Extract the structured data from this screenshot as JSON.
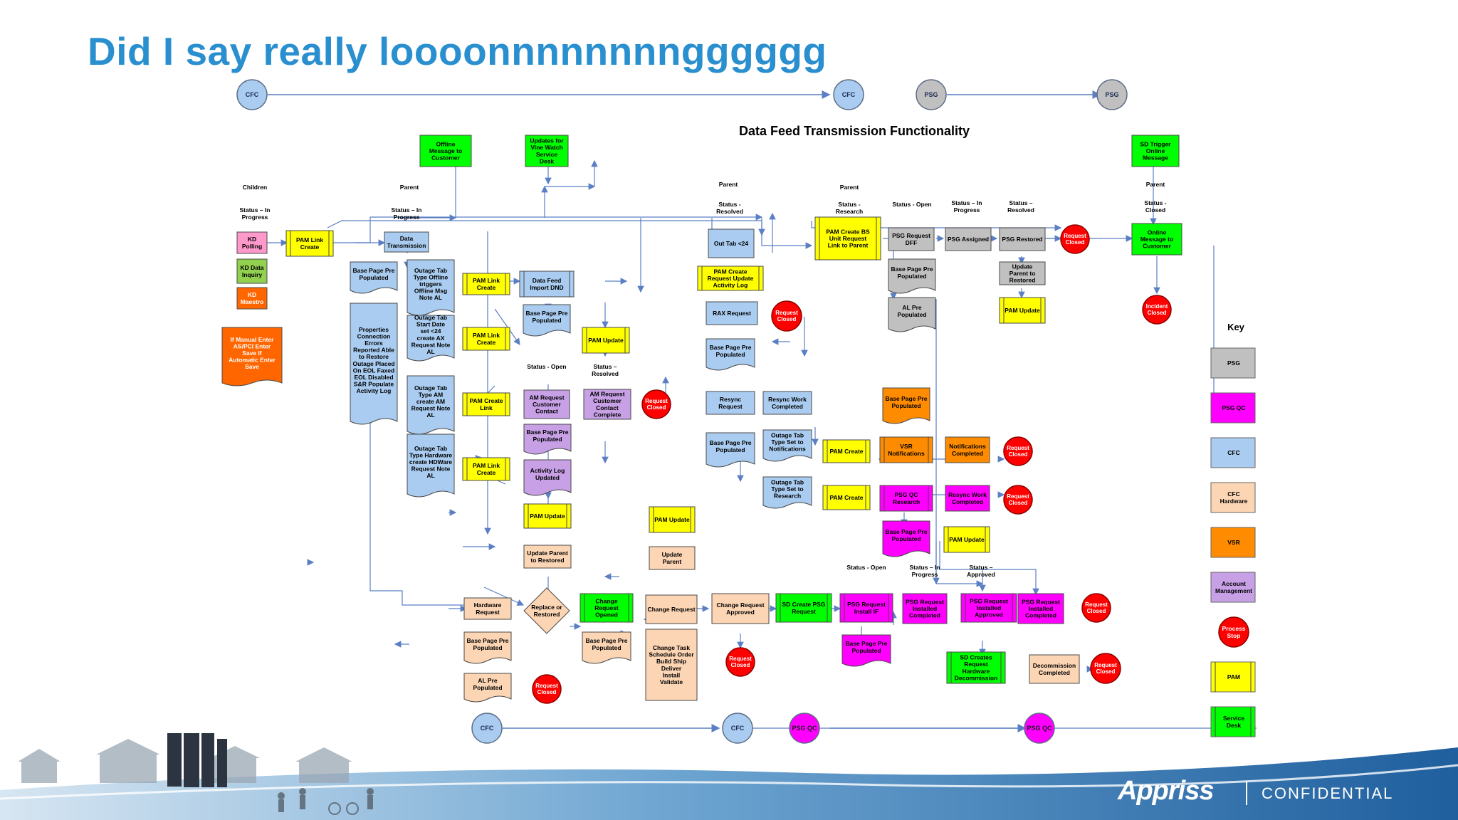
{
  "slide": {
    "title": "Did I say really loooonnnnnnnngggggg",
    "diagram_title": "Data Feed Transmission Functionality"
  },
  "footer": {
    "brand": "Appriss",
    "confidential": "CONFIDENTIAL"
  },
  "colors": {
    "PSG": "#c0c0c0",
    "PSG QC": "#ff00ff",
    "CFC": "#a9ccf0",
    "CFC Hardware": "#fcd5b4",
    "VSR": "#ff8c00",
    "Account Management": "#c7a0e6",
    "Process Stop": "#ff0000",
    "PAM": "#ffff00",
    "Service Desk": "#00ff00",
    "KD Polling": "#ff99cc",
    "KD Data Inquiry": "#92d050",
    "Manual": "#ff6600",
    "edge": "#5b7fc4"
  },
  "section_labels": [
    "Children",
    "Status – In Progress",
    "Parent",
    "Status – In Progress",
    "Parent",
    "Status - Resolved",
    "Parent",
    "Status - Research",
    "Status - Open",
    "Status – In Progress",
    "Status – Resolved",
    "Parent",
    "Status - Closed",
    "Status - Open",
    "Status – Resolved",
    "Status - Open",
    "Status – In Progress",
    "Status – Approved"
  ],
  "connectors": [
    "CFC",
    "CFC",
    "PSG",
    "PSG",
    "CFC",
    "CFC",
    "PSG QC",
    "PSG QC"
  ],
  "nodes": [
    "KD Polling",
    "KD Data Inquiry",
    "KD Maestro",
    "If Manual Enter AS/PCI Enter Save If Automatic Enter Save",
    "PAM Link Create",
    "Data Transmission",
    "Base Page Pre Populated",
    "Properties Connection Errors Reported Able to Restore Outage Placed On EOL Faxed EOL Disabled S&R Populate Activity Log",
    "Outage Tab Type Offline triggers Offline Msg Note AL",
    "Outage Tab Start Date set <24 create AX Request Note AL",
    "Outage Tab Type AM create AM Request Note AL",
    "Outage Tab Type Hardware create HDWare Request Note AL",
    "Offline Message to Customer",
    "Updates for Vine Watch Service Desk",
    "PAM Link Create",
    "PAM Link Create",
    "PAM Create Link",
    "PAM Link Create",
    "Data Feed Import DND",
    "Base Page Pre Populated",
    "AM Request Customer Contact",
    "Base Page Pre Populated",
    "Activity Log Updated",
    "PAM Update",
    "Update Parent to Restored",
    "PAM Update",
    "AM Request Customer Contact Complete",
    "Request Closed",
    "Out Tab <24",
    "PAM Create Request Update Activity Log",
    "RAX Request",
    "Request Closed",
    "Base Page Pre Populated",
    "Resync Request",
    "Resync Work Completed",
    "Base Page Pre Populated",
    "Outage Tab Type Set to Notifications",
    "Outage Tab Type Set to Research",
    "PAM Create",
    "VSR Notifications",
    "Notifications Completed",
    "Request Closed",
    "Base Page Pre Populated",
    "PAM Create",
    "PSG QC Research",
    "Resync Work Completed",
    "Request Closed",
    "Base Page Pre Populated",
    "PAM Create BS Unit Request Link to Parent",
    "PSG Request DFF",
    "Base Page Pre Populated",
    "AL Pre Populated",
    "PSG Assigned",
    "PSG Restored",
    "Request Closed",
    "Update Parent to Restored",
    "PAM Update",
    "PAM Update",
    "SD Trigger Online Message",
    "Online Message to Customer",
    "Incident Closed",
    "Hardware Request",
    "Base Page Pre Populated",
    "AL Pre Populated",
    "Replace or Restored",
    "Request Closed",
    "Change Request Opened",
    "Base Page Pre Populated",
    "PAM Update",
    "Update Parent",
    "Change Request",
    "Change Task Schedule Order Build Ship Deliver Install Validate",
    "Change Request Approved",
    "Request Closed",
    "SD Create PSG Request",
    "PSG Request Install IF",
    "Base Page Pre Populated",
    "PSG Request Installed Completed",
    "PSG Request Installed Approved",
    "PSG Request Installed Completed",
    "Request Closed",
    "SD Creates Request Hardware Decommission",
    "Decommission Completed",
    "Request Closed"
  ],
  "legend": {
    "title": "Key",
    "items": [
      "PSG",
      "PSG QC",
      "CFC",
      "CFC Hardware",
      "VSR",
      "Account Management",
      "Process Stop",
      "PAM",
      "Service Desk"
    ]
  }
}
